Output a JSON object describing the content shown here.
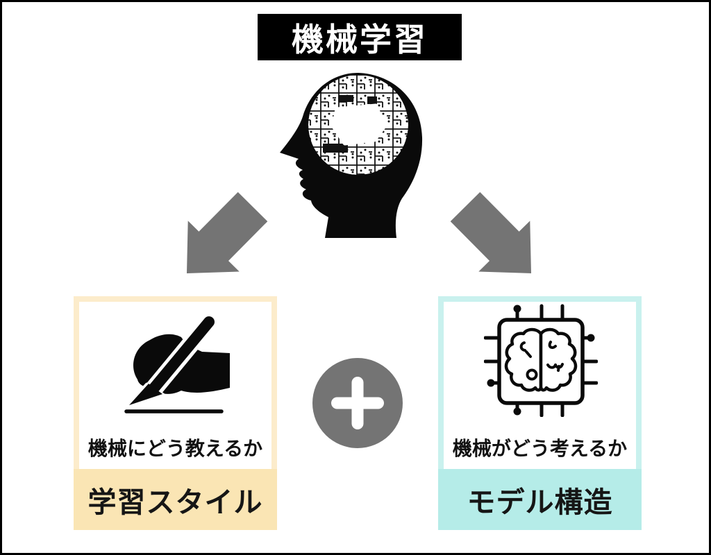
{
  "diagram": {
    "title": "機械学習",
    "head_icon": "human-head-with-circuit-brain",
    "plus_symbol": "+",
    "left_card": {
      "icon": "writing-hand",
      "caption": "機械にどう教えるか",
      "label": "学習スタイル",
      "border_color": "#FCECCB",
      "band_color": "#FAE5B4"
    },
    "right_card": {
      "icon": "brain-chip",
      "caption": "機械がどう考えるか",
      "label": "モデル構造",
      "border_color": "#C9F1EE",
      "band_color": "#B5ECE8"
    },
    "colors": {
      "arrow_gray": "#747474",
      "title_bg": "#000000",
      "title_fg": "#FFFFFF",
      "canvas_border": "#000000"
    }
  }
}
